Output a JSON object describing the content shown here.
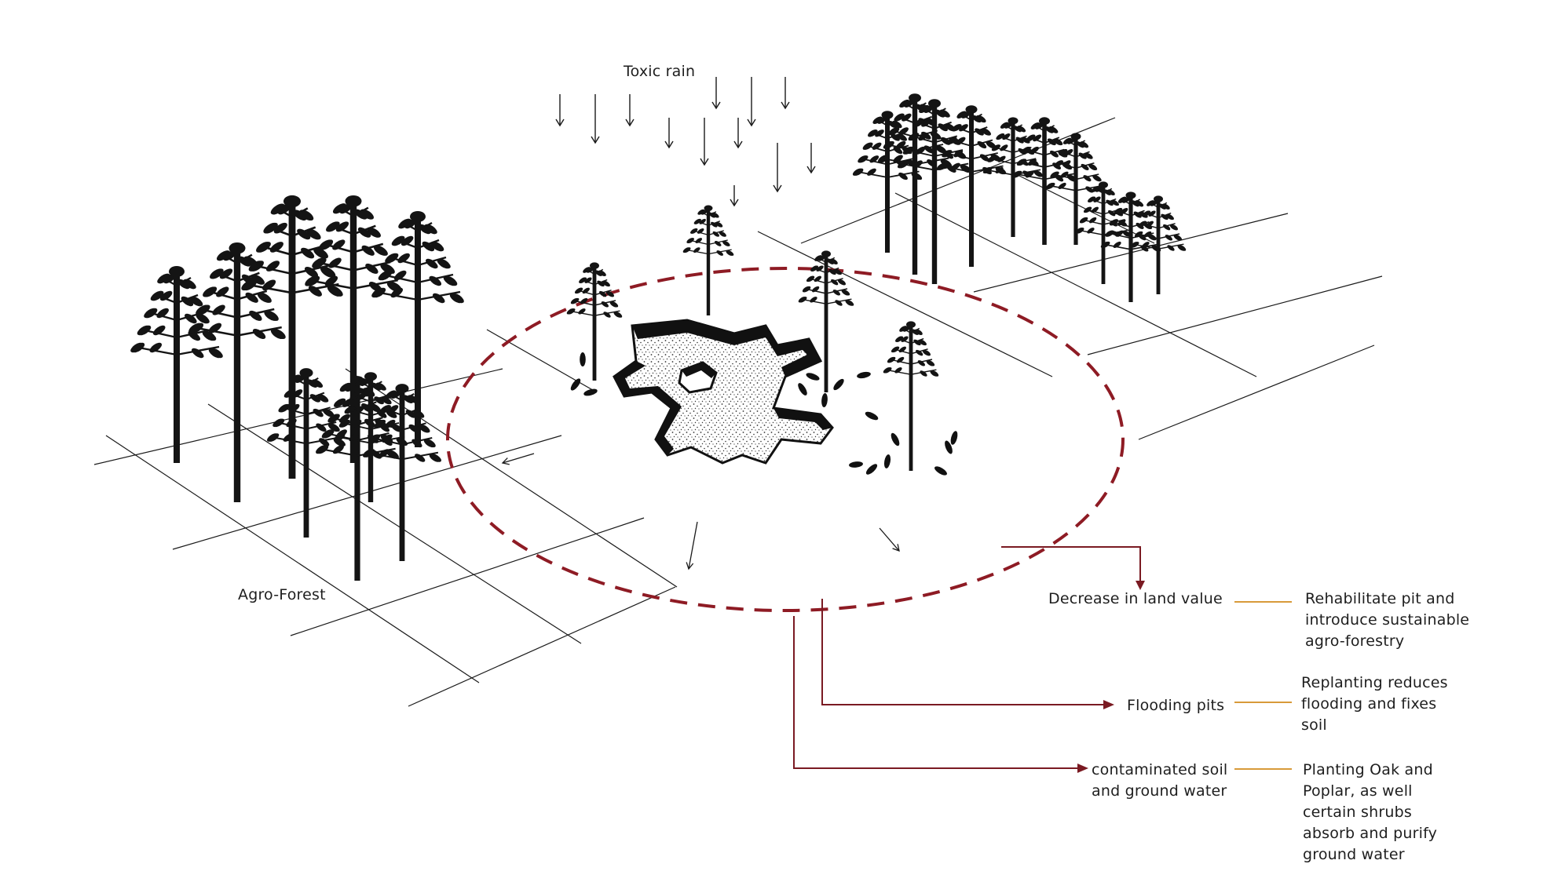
{
  "labels": {
    "toxic_rain": "Toxic rain",
    "agro_forest": "Agro-Forest"
  },
  "impacts": [
    {
      "problem": "Decrease in land value",
      "solution": "Rehabilitate pit and\nintroduce sustainable\nagro-forestry"
    },
    {
      "problem": "Flooding pits",
      "solution": "Replanting reduces\nflooding and fixes\nsoil"
    },
    {
      "problem": "contaminated soil\nand ground water",
      "solution": "Planting Oak and\nPoplar, as well\ncertain shrubs\nabsorb and purify\nground water"
    }
  ],
  "colors": {
    "impact_zone": "#8e1b24",
    "connector": "#7a1a22",
    "solution_leader": "#d89a3a",
    "ink": "#141414"
  }
}
